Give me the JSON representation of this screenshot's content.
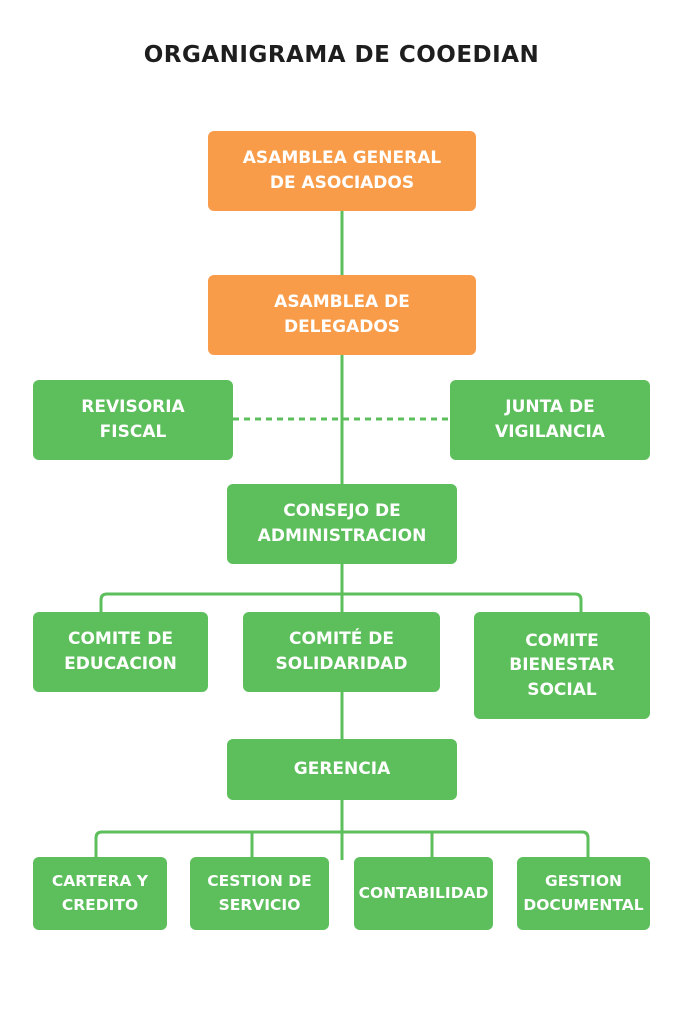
{
  "title": "ORGANIGRAMA DE COOEDIAN",
  "nodes": {
    "asamblea_general": "ASAMBLEA GENERAL\nDE ASOCIADOS",
    "asamblea_delegados": "ASAMBLEA DE\nDELEGADOS",
    "revisoria_fiscal": "REVISORIA\nFISCAL",
    "junta_vigilancia": "JUNTA DE\nVIGILANCIA",
    "consejo_administracion": "CONSEJO DE\nADMINISTRACION",
    "comite_educacion": "COMITE DE\nEDUCACION",
    "comite_solidaridad": "COMITÉ DE\nSOLIDARIDAD",
    "comite_bienestar": "COMITE\nBIENESTAR\nSOCIAL",
    "gerencia": "GERENCIA",
    "cartera_credito": "CARTERA Y\nCREDITO",
    "gestion_servicio": "CESTION DE\nSERVICIO",
    "contabilidad": "CONTABILIDAD",
    "gestion_documental": "GESTION\nDOCUMENTAL"
  },
  "colors": {
    "top_level": "#f89c4a",
    "unit": "#5cbf5c",
    "connector": "#5cbf5c"
  }
}
